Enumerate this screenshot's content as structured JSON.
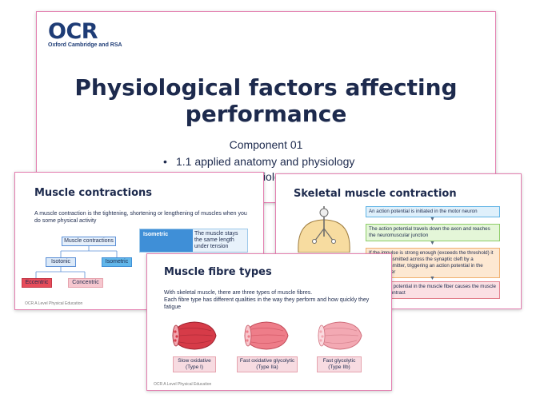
{
  "title_slide": {
    "logo_mark": "OCR",
    "logo_sub": "Oxford Cambridge and RSA",
    "title": "Physiological factors affecting performance",
    "component": "Component 01",
    "bullets": [
      "1.1 applied anatomy and physiology",
      "1.2 exercise physiology"
    ]
  },
  "contractions_slide": {
    "title": "Muscle contractions",
    "intro": "A muscle contraction is the tightening, shortening or lengthening of muscles when you do some physical activity",
    "tree": {
      "root": "Muscle contractions",
      "left": "Isotonic",
      "right": "Isometric",
      "left_left": "Eccentric",
      "left_right": "Concentric"
    },
    "iso_panel": {
      "head": "Isometric",
      "desc": "The muscle stays the same length under tension"
    },
    "footer": "OCR A Level Physical Education"
  },
  "skeletal_slide": {
    "title": "Skeletal muscle contraction",
    "steps": [
      "An action potential is initiated in the motor neuron",
      "The action potential travels down the axon and reaches the neuromuscular junction",
      "If the impulse is strong enough (exceeds the threshold) it will be transmitted across the synaptic cleft by a neurotransmitter, triggering an action potential in the muscle fiber",
      "The action potential in the muscle fiber causes the muscle fibers to contract"
    ]
  },
  "fibre_slide": {
    "title": "Muscle fibre types",
    "intro_1": "With skeletal muscle, there are three types of muscle fibres.",
    "intro_2": "Each fibre type has different qualities in the way they perform and how quickly they fatigue",
    "fibres": [
      {
        "label": "Slow oxidative",
        "sub": "(Type I)"
      },
      {
        "label": "Fast oxidative glycolytic",
        "sub": "(Type IIa)"
      },
      {
        "label": "Fast glycolytic",
        "sub": "(Type IIb)"
      }
    ],
    "footer": "OCR A Level Physical Education"
  },
  "colors": {
    "border_pink": "#e37fb0",
    "navy": "#1d2a4d",
    "ocr_blue": "#1e3c76",
    "blue_accent": "#3f8fd7",
    "muscle_red": "#d63b48"
  }
}
